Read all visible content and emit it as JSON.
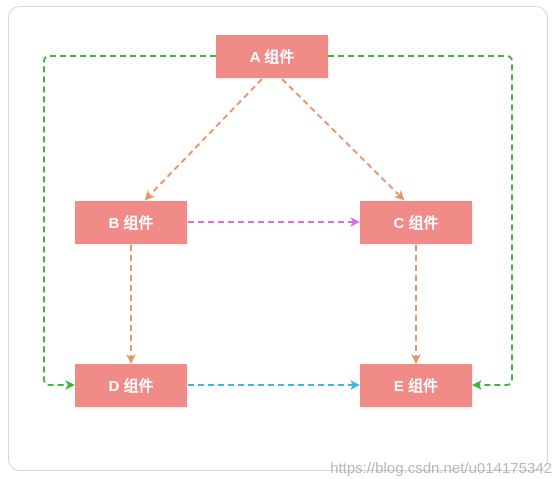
{
  "nodes": {
    "a": "A 组件",
    "b": "B 组件",
    "c": "C 组件",
    "d": "D 组件",
    "e": "E 组件"
  },
  "edges": [
    {
      "from": "A",
      "to": "B",
      "color": "#e8956a"
    },
    {
      "from": "A",
      "to": "C",
      "color": "#e8956a"
    },
    {
      "from": "B",
      "to": "C",
      "color": "#e36be0"
    },
    {
      "from": "B",
      "to": "D",
      "color": "#e8956a"
    },
    {
      "from": "C",
      "to": "E",
      "color": "#e8956a"
    },
    {
      "from": "D",
      "to": "E",
      "color": "#3db8e6"
    },
    {
      "from": "A",
      "to": "D",
      "color": "#3cb83c"
    },
    {
      "from": "A",
      "to": "E",
      "color": "#3cb83c"
    }
  ],
  "colors": {
    "node_fill": "#f08b88",
    "node_text": "#ffffff"
  },
  "watermark": "https://blog.csdn.net/u014175342"
}
